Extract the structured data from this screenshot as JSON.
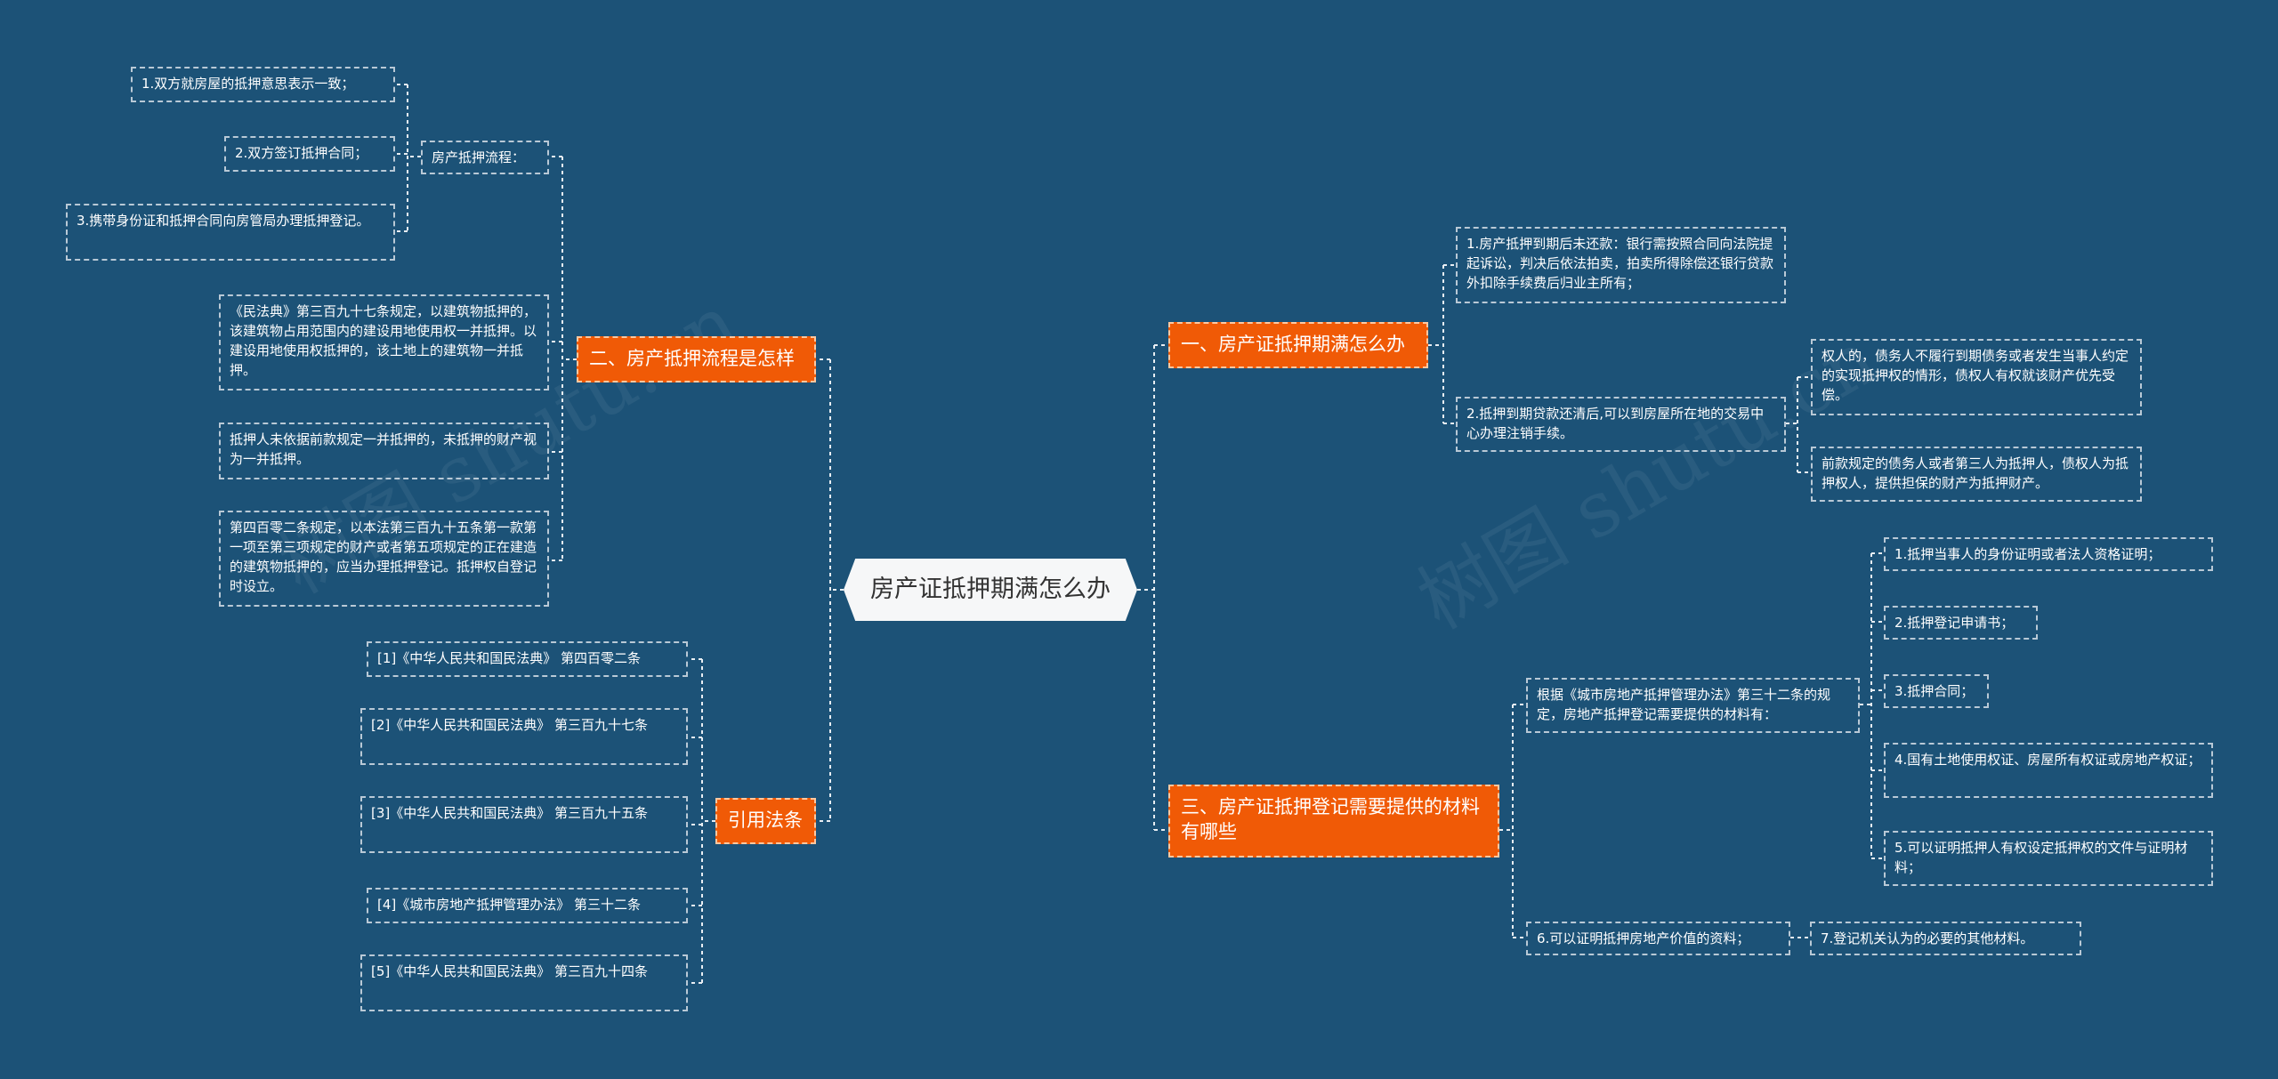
{
  "root": {
    "label": "房产证抵押期满怎么办"
  },
  "watermark": {
    "text": "树图 shutu.cn"
  },
  "branches": {
    "b1": {
      "label": "一、房产证抵押期满怎么办",
      "item1": "1.房产抵押到期后未还款：银行需按照合同向法院提起诉讼，判决后依法拍卖，拍卖所得除偿还银行贷款外扣除手续费后归业主所有；",
      "item2": "2.抵押到期贷款还清后,可以到房屋所在地的交易中心办理注销手续。",
      "item2_a": "权人的，债务人不履行到期债务或者发生当事人约定的实现抵押权的情形，债权人有权就该财产优先受偿。",
      "item2_b": "前款规定的债务人或者第三人为抵押人，债权人为抵押权人，提供担保的财产为抵押财产。"
    },
    "b2": {
      "label": "二、房产抵押流程是怎样",
      "flow_label": "房产抵押流程：",
      "flow_1": "1.双方就房屋的抵押意思表示一致；",
      "flow_2": "2.双方签订抵押合同；",
      "flow_3": "3.携带身份证和抵押合同向房管局办理抵押登记。",
      "law_1": "《民法典》第三百九十七条规定，以建筑物抵押的，该建筑物占用范围内的建设用地使用权一并抵押。以建设用地使用权抵押的，该土地上的建筑物一并抵押。",
      "law_2": "抵押人未依据前款规定一并抵押的，未抵押的财产视为一并抵押。",
      "law_3": "第四百零二条规定，以本法第三百九十五条第一款第一项至第三项规定的财产或者第五项规定的正在建造的建筑物抵押的，应当办理抵押登记。抵押权自登记时设立。"
    },
    "b3": {
      "label": "三、房产证抵押登记需要提供的材料有哪些",
      "intro": "根据《城市房地产抵押管理办法》第三十二条的规定，房地产抵押登记需要提供的材料有：",
      "m1": "1.抵押当事人的身份证明或者法人资格证明；",
      "m2": "2.抵押登记申请书；",
      "m3": "3.抵押合同；",
      "m4": "4.国有土地使用权证、房屋所有权证或房地产权证；",
      "m5": "5.可以证明抵押人有权设定抵押权的文件与证明材料；",
      "m6": "6.可以证明抵押房地产价值的资料；",
      "m7": "7.登记机关认为的必要的其他材料。"
    },
    "b4": {
      "label": "引用法条",
      "r1": "[1]《中华人民共和国民法典》 第四百零二条",
      "r2": "[2]《中华人民共和国民法典》 第三百九十七条",
      "r3": "[3]《中华人民共和国民法典》 第三百九十五条",
      "r4": "[4]《城市房地产抵押管理办法》 第三十二条",
      "r5": "[5]《中华人民共和国民法典》 第三百九十四条"
    }
  },
  "colors": {
    "background": "#1c5277",
    "topic": "#f05a06",
    "center": "#f6f7f8",
    "line": "#e8eef3"
  }
}
